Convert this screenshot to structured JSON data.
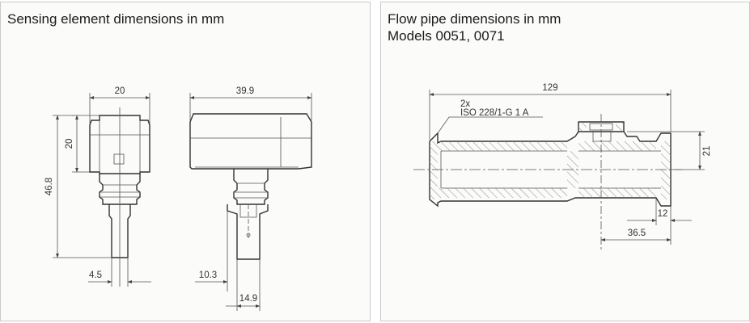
{
  "left_panel": {
    "title": "Sensing element dimensions in mm",
    "dimensions": {
      "front_width": "20",
      "front_head_height": "20",
      "front_total_height": "46.8",
      "front_stem_width": "4.5",
      "side_width": "39.9",
      "side_offset": "10.3",
      "side_bottom_width": "14.9"
    }
  },
  "right_panel": {
    "title_line1": "Flow pipe dimensions in mm",
    "title_line2": "Models 0051, 0071",
    "dimensions": {
      "total_length": "129",
      "thread_count": "2x",
      "thread_spec": "ISO 228/1-G 1 A",
      "height": "21",
      "small_offset": "12",
      "center_offset": "36.5"
    }
  }
}
